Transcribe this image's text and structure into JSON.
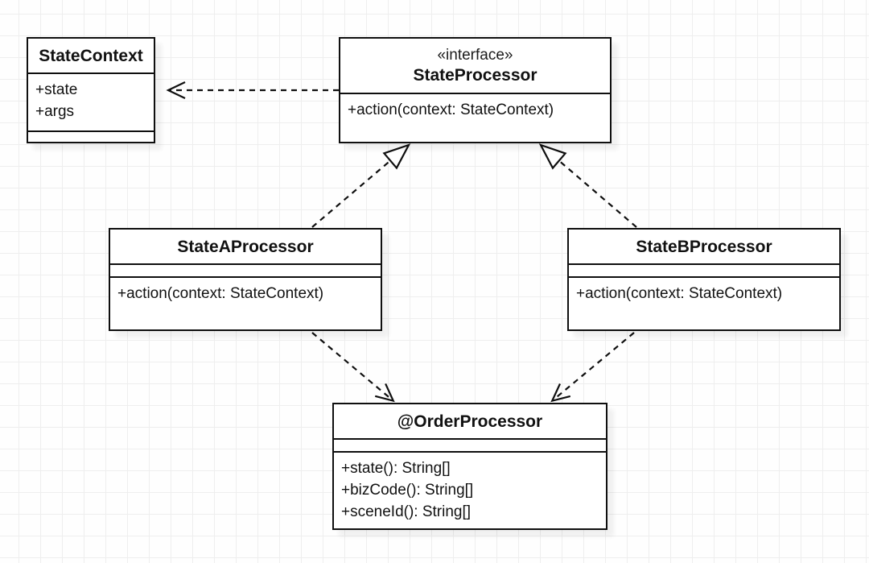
{
  "diagram": {
    "kind": "uml-class-diagram",
    "classes": {
      "state_context": {
        "name": "StateContext",
        "attributes": [
          "+state",
          "+args"
        ],
        "methods": []
      },
      "state_processor": {
        "stereotype": "«interface»",
        "name": "StateProcessor",
        "methods": [
          "+action(context: StateContext)"
        ]
      },
      "state_a_processor": {
        "name": "StateAProcessor",
        "attributes": [],
        "methods": [
          "+action(context: StateContext)"
        ]
      },
      "state_b_processor": {
        "name": "StateBProcessor",
        "attributes": [],
        "methods": [
          "+action(context: StateContext)"
        ]
      },
      "order_processor": {
        "name": "@OrderProcessor",
        "attributes": [],
        "methods": [
          "+state(): String[]",
          "+bizCode(): String[]",
          "+sceneId(): String[]"
        ]
      }
    },
    "relations": [
      {
        "from": "StateProcessor",
        "to": "StateContext",
        "type": "dependency",
        "line": "dashed",
        "arrowhead": "open"
      },
      {
        "from": "StateAProcessor",
        "to": "StateProcessor",
        "type": "realization",
        "line": "dashed",
        "arrowhead": "hollow-triangle"
      },
      {
        "from": "StateBProcessor",
        "to": "StateProcessor",
        "type": "realization",
        "line": "dashed",
        "arrowhead": "hollow-triangle"
      },
      {
        "from": "StateAProcessor",
        "to": "@OrderProcessor",
        "type": "dependency",
        "line": "dashed",
        "arrowhead": "open"
      },
      {
        "from": "StateBProcessor",
        "to": "@OrderProcessor",
        "type": "dependency",
        "line": "dashed",
        "arrowhead": "open"
      }
    ],
    "colors": {
      "line": "#0f0f0f",
      "box_fill": "#ffffff",
      "grid_line": "#eeeeee",
      "background": "#fefefe"
    }
  }
}
